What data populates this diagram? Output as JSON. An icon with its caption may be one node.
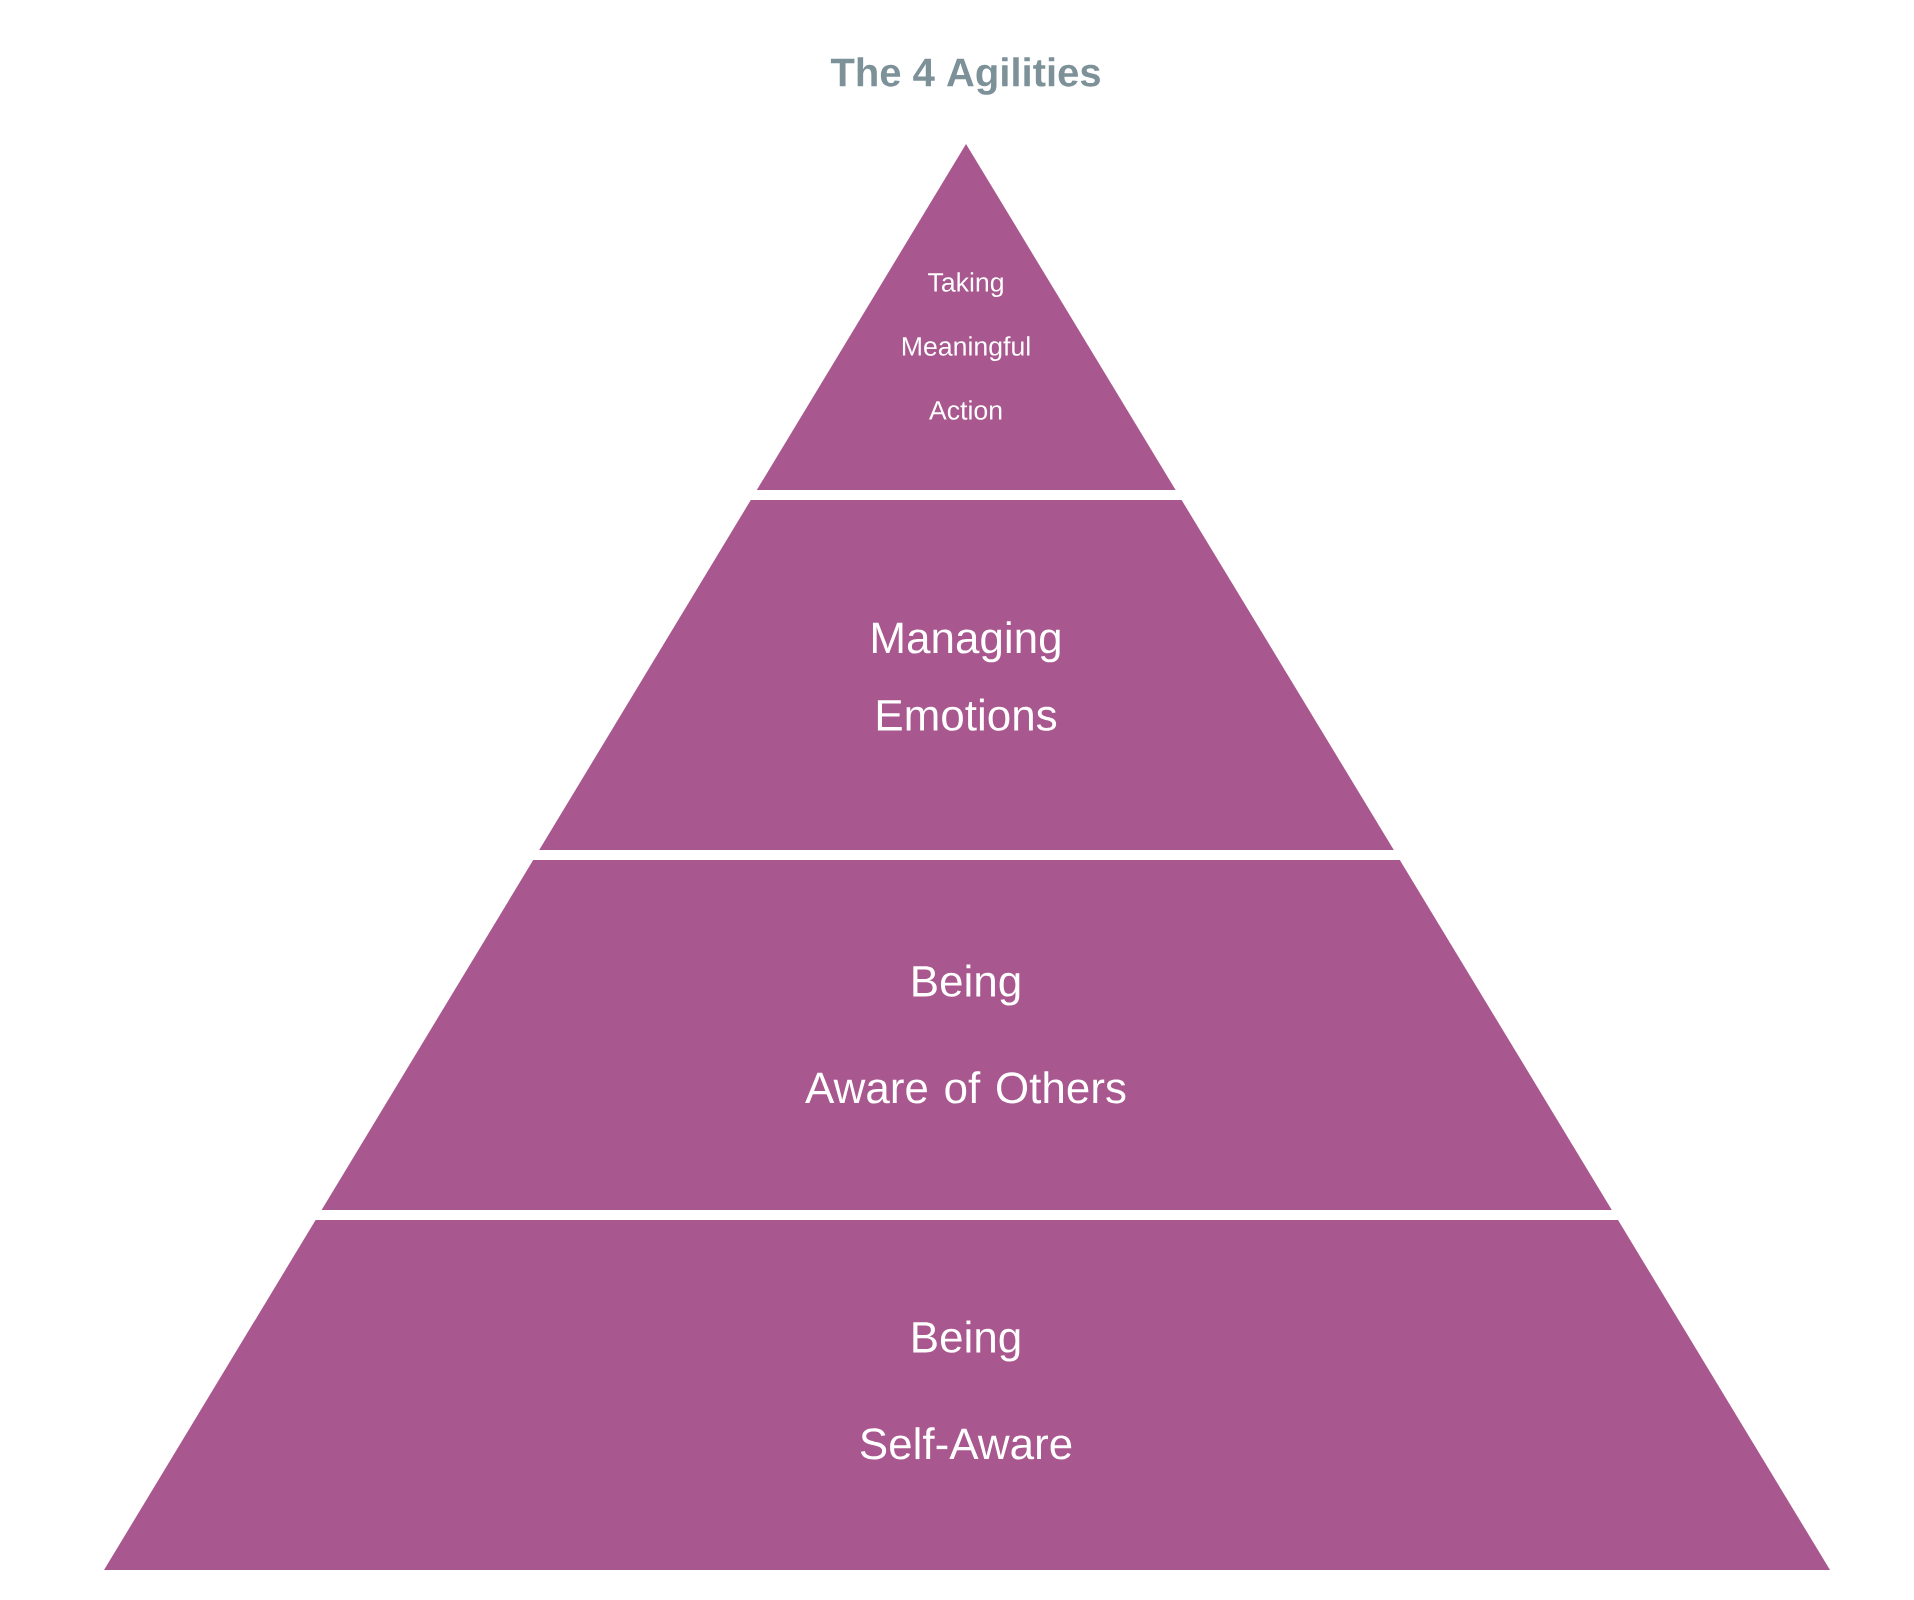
{
  "diagram": {
    "title": "The 4 Agilities",
    "nodes": [
      {
        "text": [
          "Taking Meaningful Action"
        ]
      },
      {
        "text": [
          "Managing Emotions"
        ]
      },
      {
        "text": [
          "Being",
          "Aware of Others"
        ]
      },
      {
        "text": [
          "Being",
          "Self-Aware"
        ]
      }
    ]
  }
}
